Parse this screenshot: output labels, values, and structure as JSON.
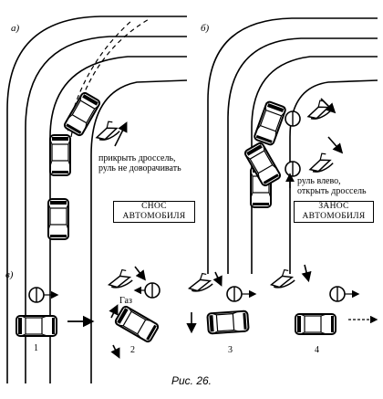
{
  "figure": {
    "caption": "Рис. 26.",
    "panel_a": {
      "letter": "а)",
      "annotation_line1": "прикрыть дроссель,",
      "annotation_line2": "руль не доворачивать",
      "box_line1": "СНОС",
      "box_line2": "АВТОМОБИЛЯ"
    },
    "panel_b": {
      "letter": "б)",
      "annotation_line1": "руль влево,",
      "annotation_line2": "открыть дроссель",
      "box_line1": "ЗАНОС",
      "box_line2": "АВТОМОБИЛЯ"
    },
    "panel_c": {
      "letter": "в)",
      "gas_label": "Газ",
      "step_numbers": [
        "1",
        "2",
        "3",
        "4"
      ]
    }
  }
}
